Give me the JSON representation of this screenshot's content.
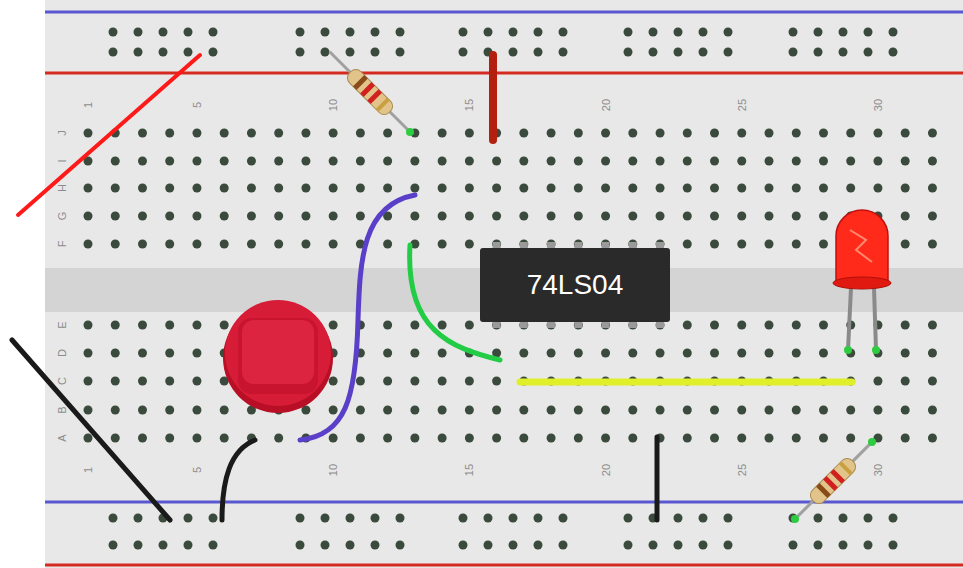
{
  "diagram": {
    "nodes": [
      {
        "text": [
          "74LS04"
        ]
      }
    ],
    "labels": [
      "1",
      "5",
      "10",
      "15",
      "20",
      "25",
      "30",
      "J",
      "I",
      "H",
      "G",
      "F",
      "E",
      "D",
      "C",
      "B",
      "A",
      "1",
      "5",
      "10",
      "15",
      "20",
      "25",
      "30"
    ]
  }
}
